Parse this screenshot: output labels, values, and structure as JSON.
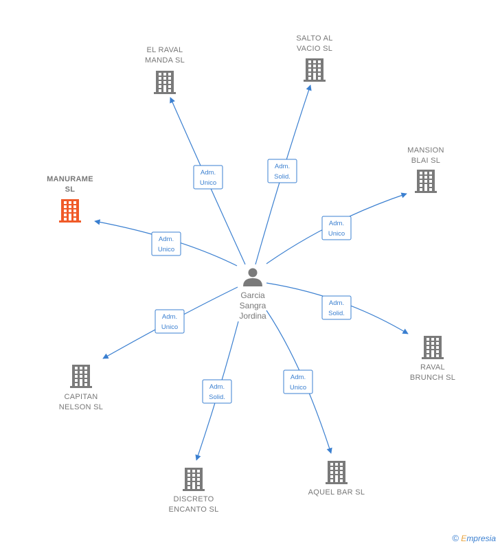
{
  "colors": {
    "edge": "#3a7fd0",
    "company": "#7a7a7a",
    "focus_company": "#f05a28",
    "person": "#7a7a7a",
    "text": "#777777"
  },
  "person": {
    "name_lines": [
      "Garcia",
      "Sangra",
      "Jordina"
    ],
    "icon": "person-icon"
  },
  "companies": [
    {
      "id": "el-raval-manda",
      "lines": [
        "EL RAVAL",
        "MANDA  SL"
      ],
      "focus": false,
      "icon": "building-icon"
    },
    {
      "id": "salto-al-vacio",
      "lines": [
        "SALTO AL",
        "VACIO  SL"
      ],
      "focus": false,
      "icon": "building-icon"
    },
    {
      "id": "mansion-blai",
      "lines": [
        "MANSION",
        "BLAI  SL"
      ],
      "focus": false,
      "icon": "building-icon"
    },
    {
      "id": "manurame",
      "lines": [
        "MANURAME",
        "SL"
      ],
      "focus": true,
      "icon": "building-icon"
    },
    {
      "id": "raval-brunch",
      "lines": [
        "RAVAL",
        "BRUNCH  SL"
      ],
      "focus": false,
      "icon": "building-icon"
    },
    {
      "id": "capitan-nelson",
      "lines": [
        "CAPITAN",
        "NELSON  SL"
      ],
      "focus": false,
      "icon": "building-icon"
    },
    {
      "id": "discreto-encanto",
      "lines": [
        "DISCRETO",
        "ENCANTO  SL"
      ],
      "focus": false,
      "icon": "building-icon"
    },
    {
      "id": "aquel-bar",
      "lines": [
        "AQUEL BAR  SL"
      ],
      "focus": false,
      "icon": "building-icon"
    }
  ],
  "relations": [
    {
      "to": "el-raval-manda",
      "lines": [
        "Adm.",
        "Unico"
      ]
    },
    {
      "to": "salto-al-vacio",
      "lines": [
        "Adm.",
        "Solid."
      ]
    },
    {
      "to": "mansion-blai",
      "lines": [
        "Adm.",
        "Unico"
      ]
    },
    {
      "to": "manurame",
      "lines": [
        "Adm.",
        "Unico"
      ]
    },
    {
      "to": "raval-brunch",
      "lines": [
        "Adm.",
        "Solid."
      ]
    },
    {
      "to": "capitan-nelson",
      "lines": [
        "Adm.",
        "Unico"
      ]
    },
    {
      "to": "discreto-encanto",
      "lines": [
        "Adm.",
        "Solid."
      ]
    },
    {
      "to": "aquel-bar",
      "lines": [
        "Adm.",
        "Unico"
      ]
    }
  ],
  "footer": {
    "copyright": "©",
    "brand_initial": "E",
    "brand_rest": "mpresia"
  }
}
